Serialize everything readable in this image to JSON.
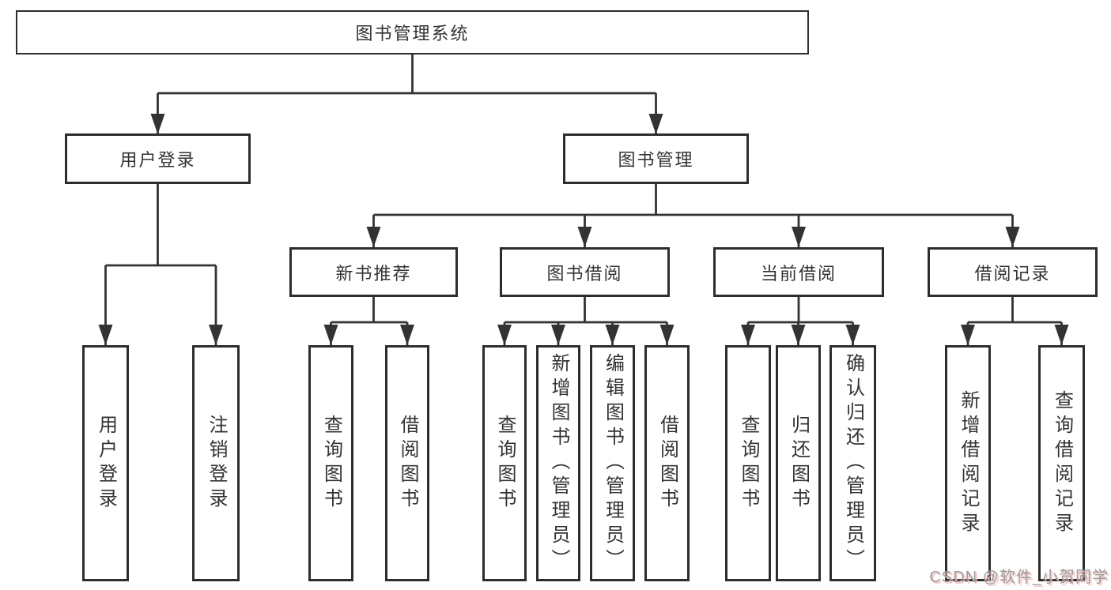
{
  "diagram_title": "图书管理系统",
  "nodes": {
    "root": {
      "label": "图书管理系统"
    },
    "level2": [
      {
        "label": "用户登录"
      },
      {
        "label": "图书管理"
      }
    ],
    "level3": [
      {
        "label": "新书推荐",
        "parent": "图书管理"
      },
      {
        "label": "图书借阅",
        "parent": "图书管理"
      },
      {
        "label": "当前借阅",
        "parent": "图书管理"
      },
      {
        "label": "借阅记录",
        "parent": "图书管理"
      }
    ],
    "leaves": [
      {
        "label": "用户登录",
        "parent": "用户登录"
      },
      {
        "label": "注销登录",
        "parent": "用户登录"
      },
      {
        "label": "查询图书",
        "parent": "新书推荐"
      },
      {
        "label": "借阅图书",
        "parent": "新书推荐"
      },
      {
        "label": "查询图书",
        "parent": "图书借阅"
      },
      {
        "label": "新增图书（管理员）",
        "parent": "图书借阅"
      },
      {
        "label": "编辑图书（管理员）",
        "parent": "图书借阅"
      },
      {
        "label": "借阅图书",
        "parent": "图书借阅"
      },
      {
        "label": "查询图书",
        "parent": "当前借阅"
      },
      {
        "label": "归还图书",
        "parent": "当前借阅"
      },
      {
        "label": "确认归还（管理员）",
        "parent": "当前借阅"
      },
      {
        "label": "新增借阅记录",
        "parent": "借阅记录"
      },
      {
        "label": "查询借阅记录",
        "parent": "借阅记录"
      }
    ]
  },
  "watermark": {
    "text": "CSDN @软件_小贺同学"
  },
  "colors": {
    "line": "#333333",
    "box_border": "#2d2d2d",
    "box_bg": "#ffffff",
    "text": "#333333",
    "background": "#ffffff",
    "watermark_text": "#9b9b9b",
    "watermark_shadow": "#f5bcbc"
  }
}
